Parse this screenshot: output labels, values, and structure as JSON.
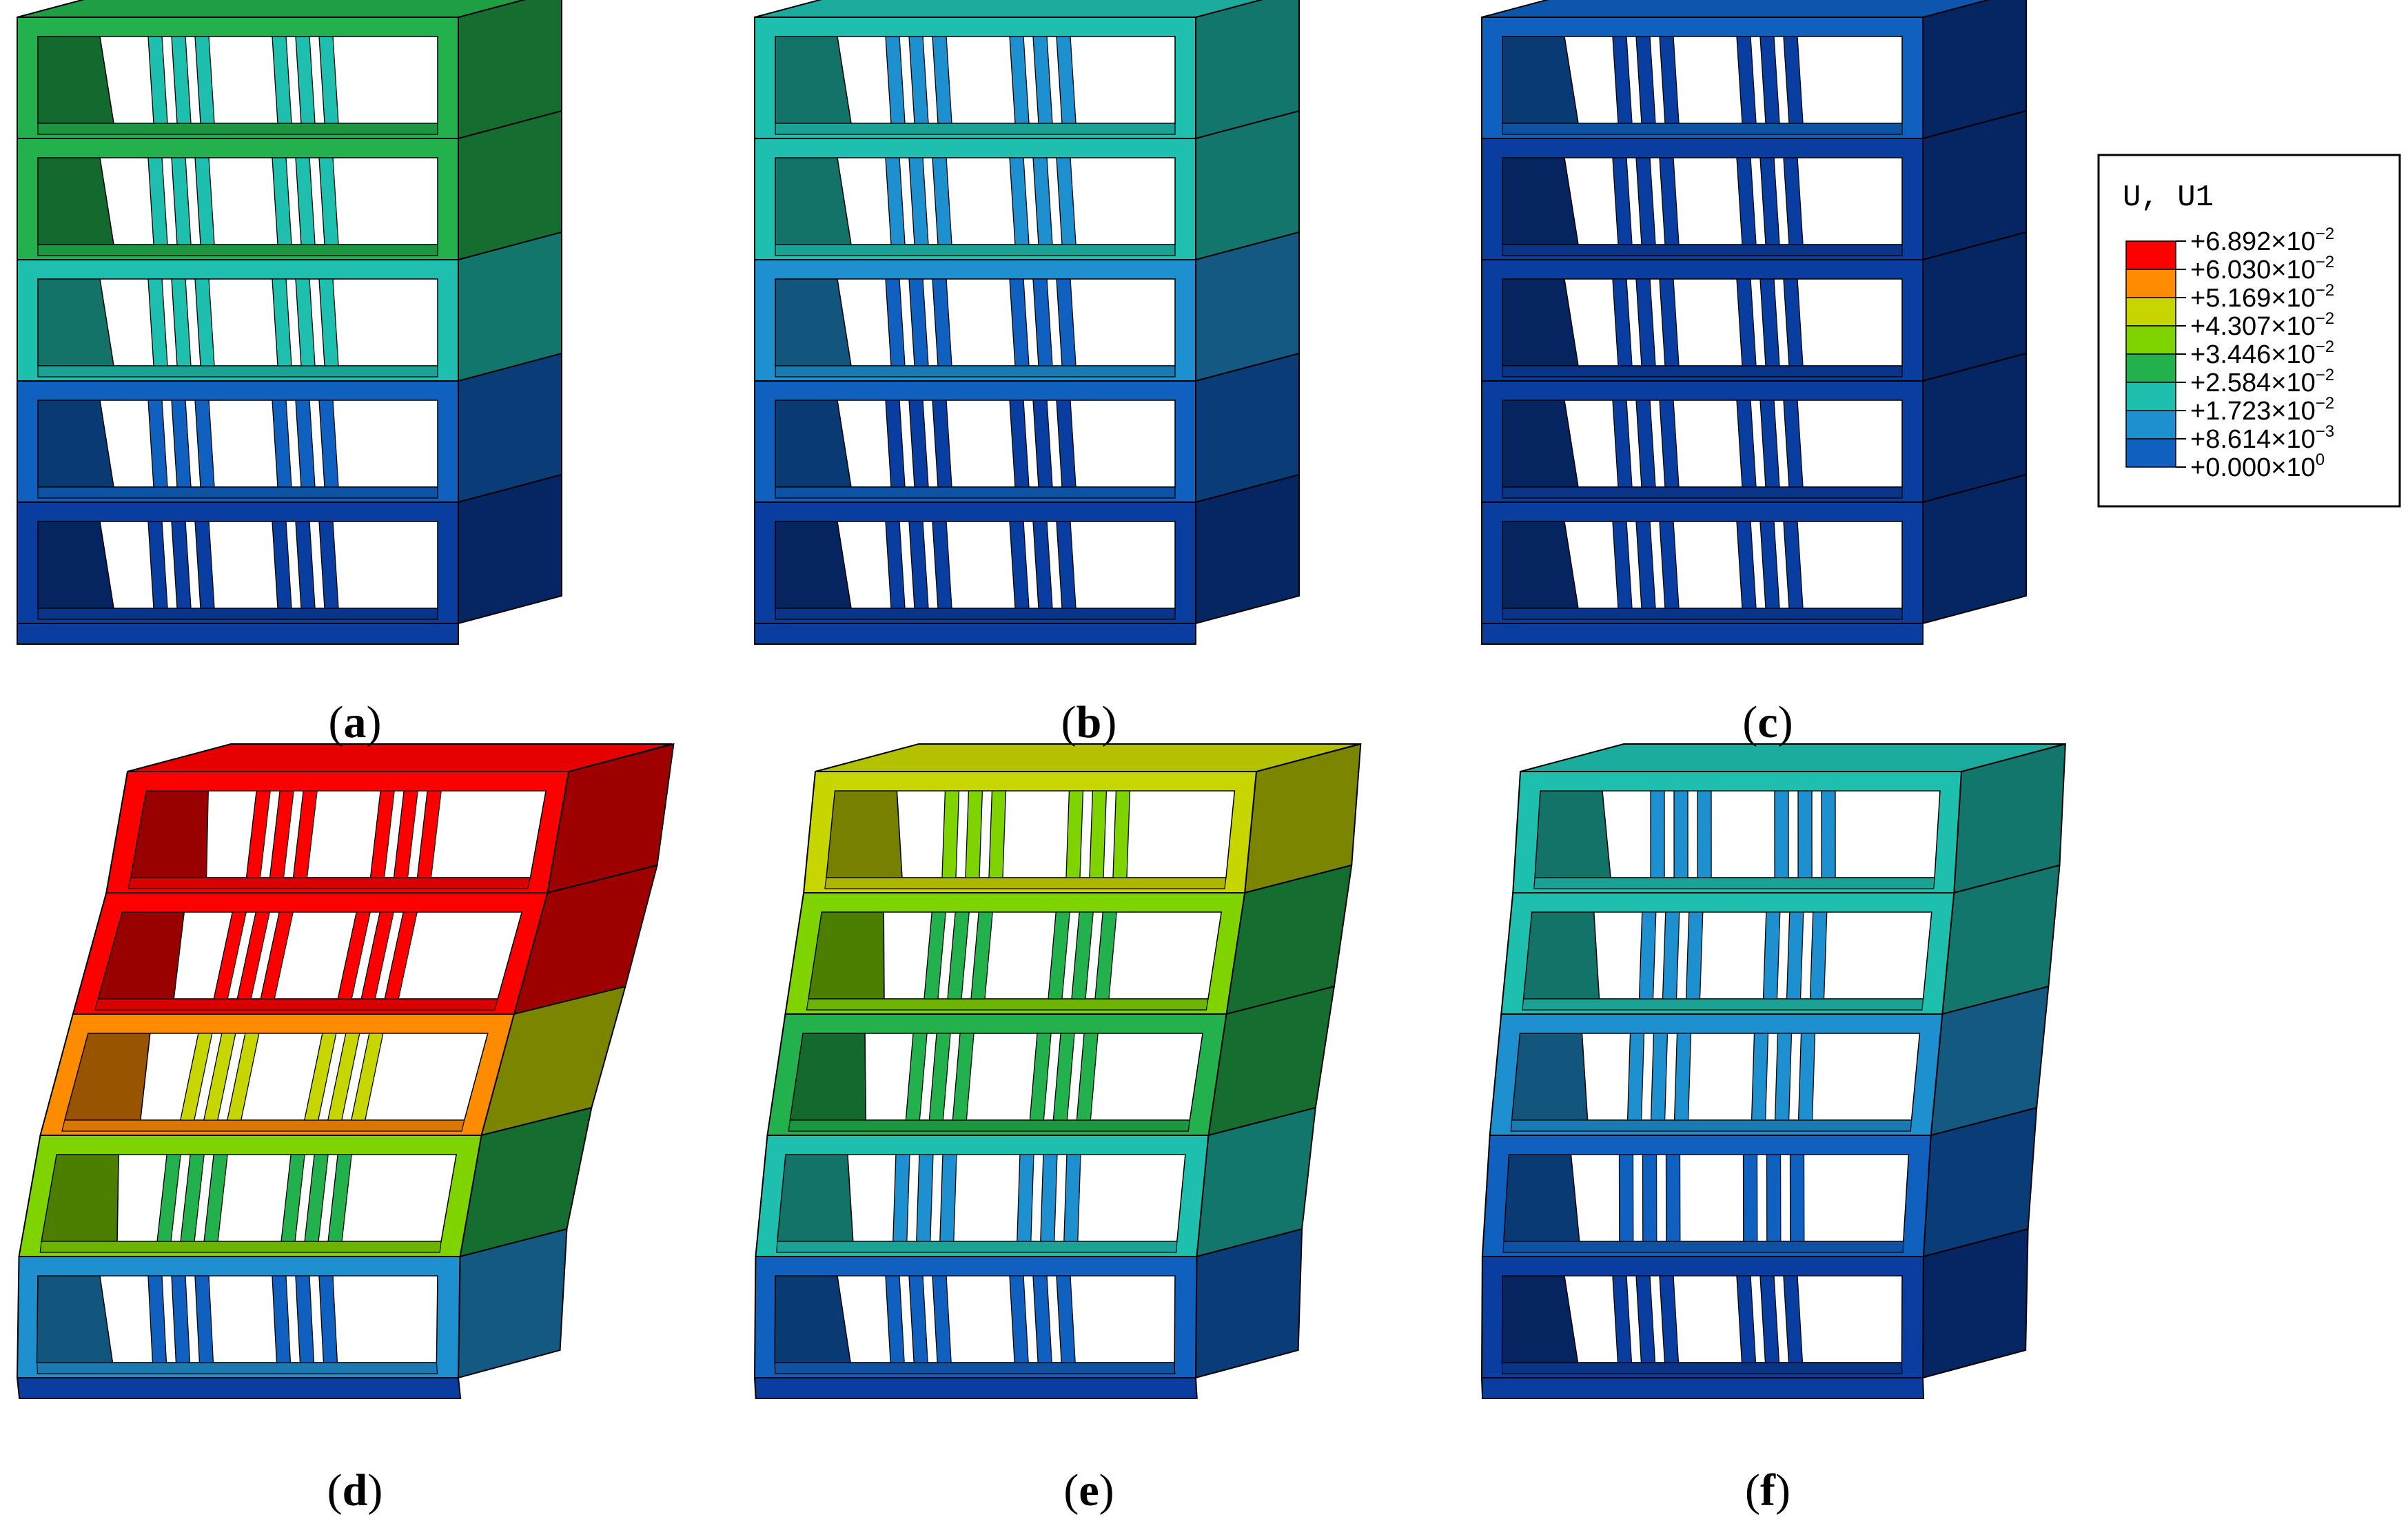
{
  "figure": {
    "panels": [
      {
        "id": "a",
        "letter": "a",
        "open": "(",
        "close": ")",
        "levels": [
          4,
          4,
          3,
          1,
          0
        ],
        "columnLevels": [
          3,
          3,
          3,
          1,
          0
        ],
        "sideLevels": [
          4,
          4,
          3,
          1,
          0
        ],
        "sway": 0.0
      },
      {
        "id": "b",
        "letter": "b",
        "open": "(",
        "close": ")",
        "levels": [
          3,
          3,
          2,
          1,
          0
        ],
        "columnLevels": [
          2,
          2,
          1,
          0,
          0
        ],
        "sideLevels": [
          3,
          3,
          2,
          1,
          0
        ],
        "sway": 0.0
      },
      {
        "id": "c",
        "letter": "c",
        "open": "(",
        "close": ")",
        "levels": [
          1,
          0,
          0,
          0,
          0
        ],
        "columnLevels": [
          0,
          0,
          0,
          0,
          0
        ],
        "sideLevels": [
          0,
          0,
          0,
          0,
          0
        ],
        "sway": 0.0
      },
      {
        "id": "d",
        "letter": "d",
        "open": "(",
        "close": ")",
        "levels": [
          8,
          8,
          7,
          5,
          2
        ],
        "columnLevels": [
          8,
          8,
          6,
          4,
          1
        ],
        "sideLevels": [
          8,
          8,
          6,
          4,
          2
        ],
        "sway": 1.0
      },
      {
        "id": "e",
        "letter": "e",
        "open": "(",
        "close": ")",
        "levels": [
          6,
          5,
          4,
          3,
          1
        ],
        "columnLevels": [
          5,
          4,
          4,
          2,
          1
        ],
        "sideLevels": [
          6,
          4,
          4,
          3,
          1
        ],
        "sway": 0.55
      },
      {
        "id": "f",
        "letter": "f",
        "open": "(",
        "close": ")",
        "levels": [
          3,
          3,
          2,
          1,
          0
        ],
        "columnLevels": [
          2,
          2,
          2,
          1,
          0
        ],
        "sideLevels": [
          3,
          3,
          2,
          1,
          0
        ],
        "sway": 0.35
      }
    ]
  },
  "legend": {
    "title": "U, U1",
    "colors": [
      "#FF0000",
      "#FF8C00",
      "#C8D600",
      "#7FD400",
      "#22B14C",
      "#1FBFAF",
      "#1E90D0",
      "#1060C0",
      "#0A3DA0"
    ],
    "labels": [
      {
        "mantissa": "+6.892×10",
        "exp": "−2"
      },
      {
        "mantissa": "+6.030×10",
        "exp": "−2"
      },
      {
        "mantissa": "+5.169×10",
        "exp": "−2"
      },
      {
        "mantissa": "+4.307×10",
        "exp": "−2"
      },
      {
        "mantissa": "+3.446×10",
        "exp": "−2"
      },
      {
        "mantissa": "+2.584×10",
        "exp": "−2"
      },
      {
        "mantissa": "+1.723×10",
        "exp": "−2"
      },
      {
        "mantissa": "+8.614×10",
        "exp": "−3"
      },
      {
        "mantissa": "+0.000×10",
        "exp": "0"
      }
    ]
  }
}
